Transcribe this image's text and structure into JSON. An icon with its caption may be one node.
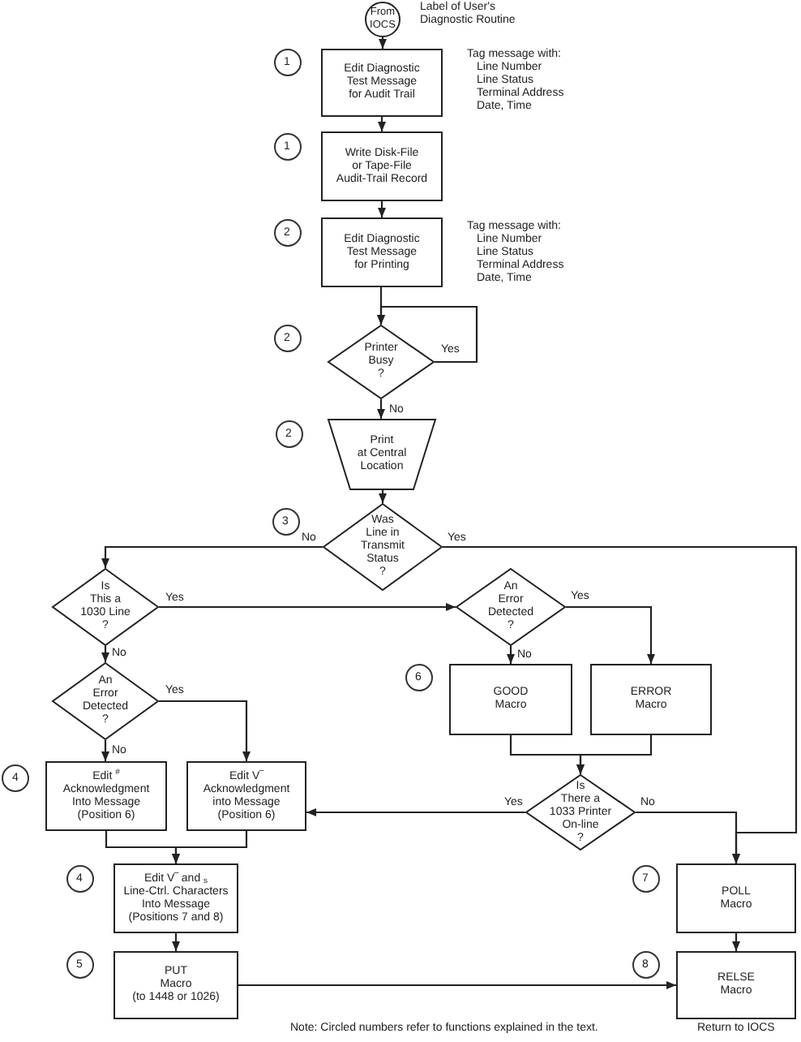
{
  "diagram": {
    "nodes": [
      {
        "text": [
          "From IOCS"
        ],
        "beside": [
          "Label of User's Diagnostic Routine"
        ]
      },
      {
        "text": [
          "Edit Diagnostic Test Message for Audit Trail"
        ],
        "beside": [
          "Tag message with:",
          "Line Number",
          "Line Status",
          "Terminal Address",
          "Date, Time"
        ]
      },
      {
        "text": [
          "Write Disk-File or Tape-File Audit-Trail Record"
        ]
      },
      {
        "text": [
          "Edit Diagnostic Test Message for Printing"
        ],
        "beside": [
          "Tag message with:",
          "Line Number",
          "Line Status",
          "Terminal Address",
          "Date, Time"
        ]
      },
      {
        "text": [
          "Printer Busy ?"
        ]
      },
      {
        "text": [
          "Print at Central Location"
        ]
      },
      {
        "text": [
          "Was Line in Transmit Status ?"
        ]
      },
      {
        "text": [
          "Is This a 1030 Line ?"
        ]
      },
      {
        "text": [
          "An Error Detected ?"
        ]
      },
      {
        "text": [
          "An Error Detected ?"
        ]
      },
      {
        "text": [
          "GOOD Macro"
        ]
      },
      {
        "text": [
          "ERROR Macro"
        ]
      },
      {
        "text": [
          "Edit $^{#}$ Acknowledgment Into Message (Position 6)"
        ]
      },
      {
        "text": [
          "Edit V‾ Acknowledgment into Message (Position 6)"
        ]
      },
      {
        "text": [
          "Is There a 1033 Printer On-line ?"
        ]
      },
      {
        "text": [
          "Edit V‾ and $_{s}$ Line-Ctrl. Characters Into Message (Positions 7 and 8)"
        ]
      },
      {
        "text": [
          "POLL Macro"
        ]
      },
      {
        "text": [
          "PUT Macro (to 1448 or 1026)"
        ]
      },
      {
        "text": [
          "RELSE Macro"
        ],
        "beside": [
          "Return to IOCS"
        ]
      }
    ],
    "edges": [
      {
        "from": 0,
        "to": 1,
        "arrow": "to"
      },
      {
        "from": 1,
        "to": 2,
        "arrow": "to"
      },
      {
        "from": 2,
        "to": 3,
        "arrow": "to"
      },
      {
        "from": 3,
        "to": 4,
        "arrow": "to"
      },
      {
        "from": 4,
        "to": 4,
        "arrow": "to",
        "label": "Yes"
      },
      {
        "from": 4,
        "to": 5,
        "arrow": "to",
        "label": "No"
      },
      {
        "from": 5,
        "to": 6,
        "arrow": "to"
      },
      {
        "from": 6,
        "to": 7,
        "arrow": "to",
        "label": "No"
      },
      {
        "from": 6,
        "to": 16,
        "arrow": "to",
        "label": "Yes"
      },
      {
        "from": 7,
        "to": 8,
        "arrow": "to",
        "label": "Yes"
      },
      {
        "from": 7,
        "to": 9,
        "arrow": "to",
        "label": "No"
      },
      {
        "from": 8,
        "to": 10,
        "arrow": "to",
        "label": "No"
      },
      {
        "from": 8,
        "to": 11,
        "arrow": "to",
        "label": "Yes"
      },
      {
        "from": 10,
        "to": 14,
        "arrow": "to"
      },
      {
        "from": 11,
        "to": 14,
        "arrow": "to"
      },
      {
        "from": 9,
        "to": 12,
        "arrow": "to",
        "label": "No"
      },
      {
        "from": 9,
        "to": 13,
        "arrow": "to",
        "label": "Yes"
      },
      {
        "from": 14,
        "to": 13,
        "arrow": "to",
        "label": "Yes"
      },
      {
        "from": 14,
        "to": 16,
        "arrow": "to",
        "label": "No"
      },
      {
        "from": 12,
        "to": 15,
        "arrow": "to"
      },
      {
        "from": 13,
        "to": 15,
        "arrow": "to"
      },
      {
        "from": 15,
        "to": 17,
        "arrow": "to"
      },
      {
        "from": 17,
        "to": 18,
        "arrow": "to"
      },
      {
        "from": 16,
        "to": 18,
        "arrow": "to"
      }
    ],
    "labels": [
      "1",
      "1",
      "2",
      "2",
      "2",
      "3",
      "6",
      "4",
      "4",
      "7",
      "5",
      "8",
      "Note: Circled numbers refer to functions explained in the text."
    ]
  }
}
